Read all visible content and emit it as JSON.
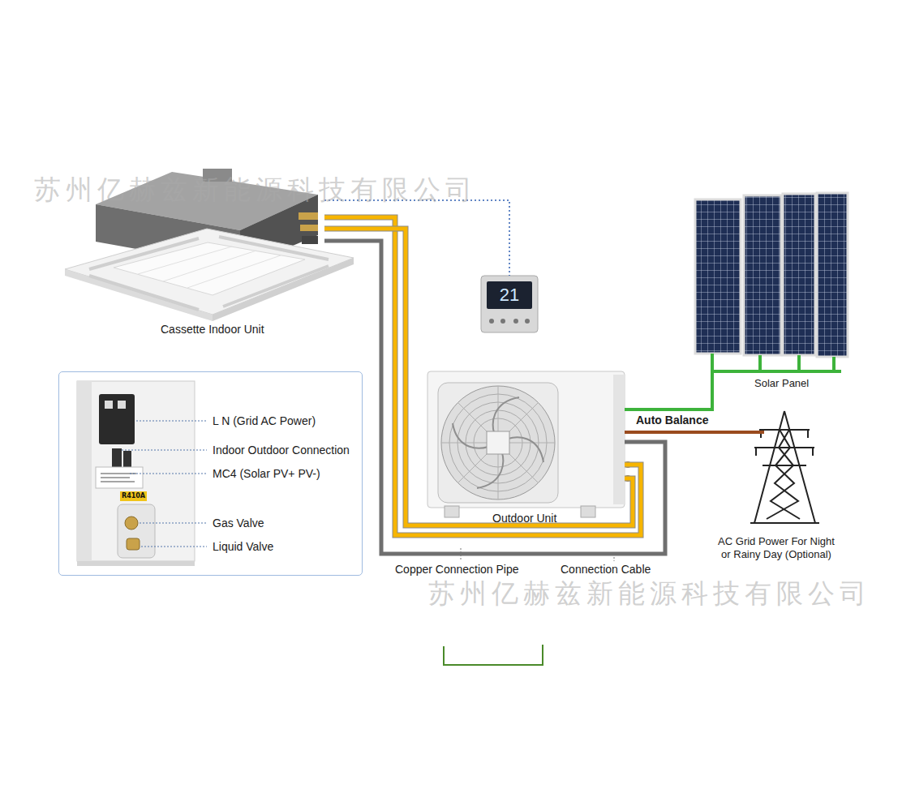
{
  "diagram": {
    "nodes": [
      {
        "text": [
          "Cassette Indoor Unit"
        ]
      },
      {
        "text": [
          "21"
        ]
      },
      {
        "text": [
          "L N (Grid AC Power)",
          "Indoor Outdoor Connection",
          "MC4 (Solar PV+ PV-)",
          "Gas Valve",
          "Liquid Valve"
        ]
      },
      {
        "text": [
          "Outdoor Unit"
        ]
      },
      {
        "text": [
          "Solar Panel"
        ]
      },
      {
        "text": [
          "AC Grid Power For Night or Rainy Day (Optional)"
        ]
      }
    ],
    "edges": [
      {
        "from": 0,
        "to": 1,
        "arrow": "none"
      },
      {
        "from": 0,
        "to": 3,
        "arrow": "none",
        "label": "Copper Connection Pipe"
      },
      {
        "from": 0,
        "to": 3,
        "arrow": "none",
        "label": "Connection Cable"
      },
      {
        "from": 4,
        "to": 3,
        "arrow": "none",
        "label": "Auto Balance"
      },
      {
        "from": 5,
        "to": 3,
        "arrow": "none"
      }
    ],
    "labels": [
      "苏州亿赫兹新能源科技有限公司",
      "R410A",
      "苏州亿赫兹新能源科技有限公司"
    ]
  }
}
